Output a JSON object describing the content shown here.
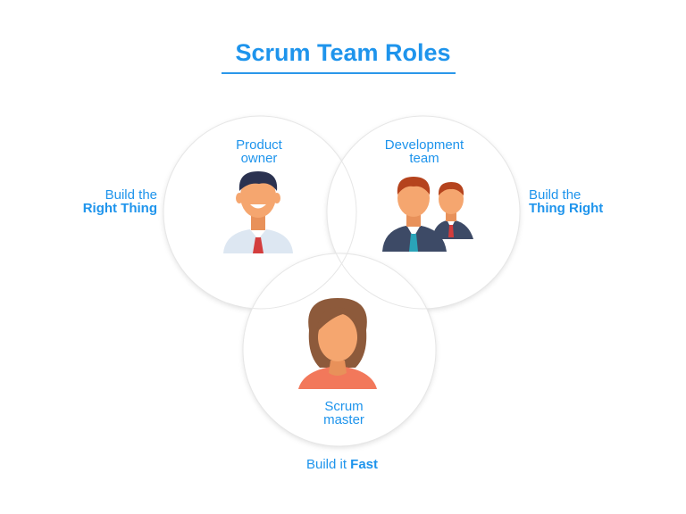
{
  "title": "Scrum Team Roles",
  "roles": [
    {
      "line1": "Product",
      "line2": "owner",
      "icon": "man-with-red-tie-icon"
    },
    {
      "line1": "Development",
      "line2": "team",
      "icon": "two-men-in-suits-icon"
    },
    {
      "line1": "Scrum",
      "line2": "master",
      "icon": "woman-icon"
    }
  ],
  "mottos": {
    "left": {
      "line1": "Build the",
      "line2": "Right Thing"
    },
    "right": {
      "line1": "Build the",
      "line2": "Thing Right"
    },
    "bottom": {
      "prefix": "Build it ",
      "emphasis": "Fast"
    }
  },
  "colors": {
    "accent": "#1e94ec",
    "skin": "#f5a66f",
    "hair_dark": "#2b3250",
    "hair_red": "#b5431d",
    "hair_brown": "#8d5a3b",
    "suit": "#3d4a66",
    "tie": "#d33d3d",
    "blouse": "#f2785b"
  }
}
